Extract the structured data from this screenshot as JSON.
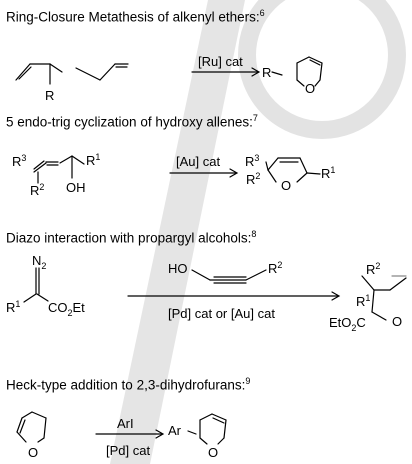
{
  "sections": [
    {
      "title": "Ring-Closure Metathesis of alkenyl ethers:",
      "ref": "6",
      "reagents": [
        "[Ru] cat"
      ],
      "labels": [
        "R",
        "R",
        "O"
      ]
    },
    {
      "title": "5 endo-trig cyclization of hydroxy allenes:",
      "ref": "7",
      "reagents": [
        "[Au] cat"
      ],
      "labels": [
        "R",
        "3",
        "R",
        "2",
        "R",
        "1",
        "OH",
        "R",
        "3",
        "R",
        "2",
        "O",
        "R",
        "1"
      ]
    },
    {
      "title": "Diazo interaction with propargyl alcohols:",
      "ref": "8",
      "reagents": [
        "HO",
        "R",
        "2",
        "[Pd] cat or [Au] cat"
      ],
      "labels": [
        "N",
        "2",
        "R",
        "1",
        "CO",
        "2",
        "Et",
        "R",
        "2",
        "R",
        "1",
        "EtO",
        "2",
        "C",
        "O"
      ]
    },
    {
      "title": "Heck-type addition to 2,3-dihydrofurans:",
      "ref": "9",
      "reagents": [
        "ArI",
        "[Pd] cat"
      ],
      "labels": [
        "O",
        "Ar",
        "O"
      ]
    }
  ],
  "colors": {
    "ink": "#000000",
    "watermark": "#dcdcdc"
  }
}
